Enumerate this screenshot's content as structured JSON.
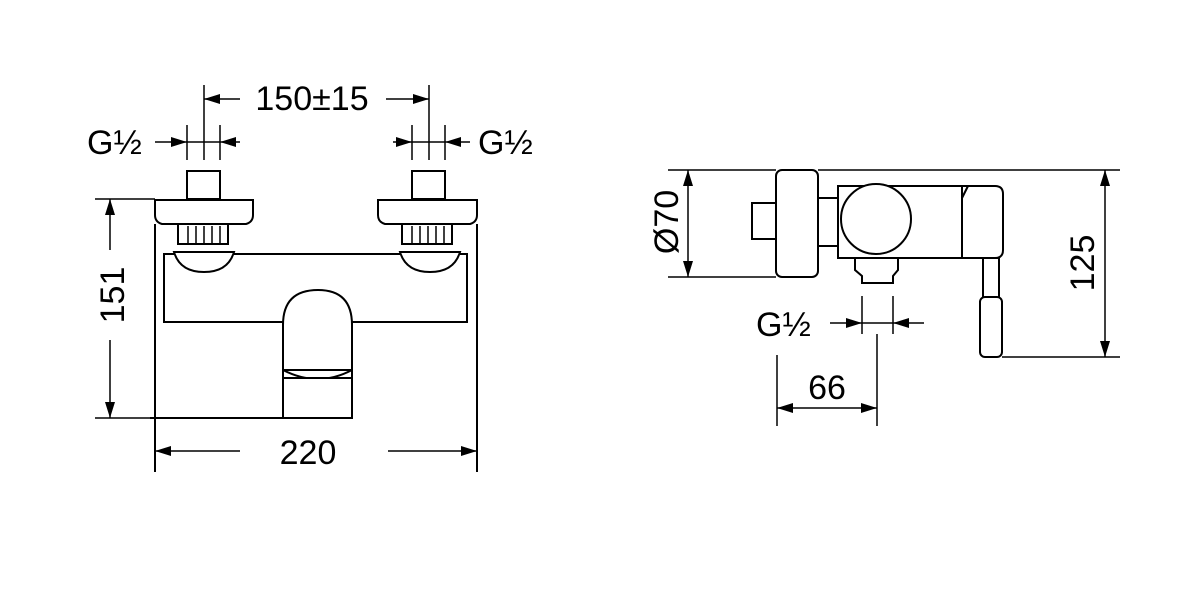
{
  "colors": {
    "line": "#000000",
    "background": "#ffffff"
  },
  "front_view": {
    "dim_center_distance": "150±15",
    "dim_thread_left": "G½",
    "dim_thread_right": "G½",
    "dim_height": "151",
    "dim_width": "220"
  },
  "side_view": {
    "dim_diameter": "Ø70",
    "dim_thread": "G½",
    "dim_outlet_offset": "66",
    "dim_height": "125"
  }
}
